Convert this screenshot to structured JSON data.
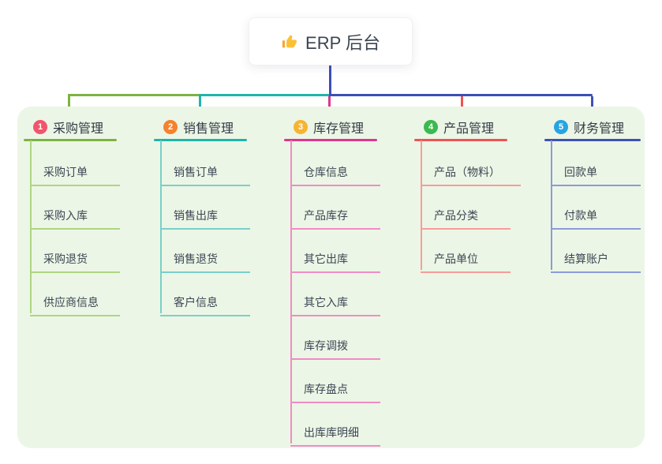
{
  "root": {
    "title": "ERP 后台",
    "icon": "thumbs-up-icon"
  },
  "colors": {
    "page_background": "#ffffff",
    "panel_background": "#ecf6e6",
    "root_line": "#3d4eb5",
    "text_header": "#333b46",
    "text_item": "#3c4654",
    "branch_purchase": {
      "badge": "#f1556c",
      "line": "#7cb342",
      "sub_line": "#aed581"
    },
    "branch_sales": {
      "badge": "#f5822d",
      "line": "#1fb5ab",
      "sub_line": "#79d0c8"
    },
    "branch_inventory": {
      "badge": "#f6b432",
      "line": "#e0348f",
      "sub_line": "#f08cc4"
    },
    "branch_product": {
      "badge": "#3cb950",
      "line": "#f05352",
      "sub_line": "#f79c9b"
    },
    "branch_finance": {
      "badge": "#27a4e2",
      "line": "#3f51b5",
      "sub_line": "#8c9ada"
    }
  },
  "branches": [
    {
      "badge": "1",
      "label": "采购管理",
      "items": [
        "采购订单",
        "采购入库",
        "采购退货",
        "供应商信息"
      ]
    },
    {
      "badge": "2",
      "label": "销售管理",
      "items": [
        "销售订单",
        "销售出库",
        "销售退货",
        "客户信息"
      ]
    },
    {
      "badge": "3",
      "label": "库存管理",
      "items": [
        "仓库信息",
        "产品库存",
        "其它出库",
        "其它入库",
        "库存调拨",
        "库存盘点",
        "出库库明细"
      ]
    },
    {
      "badge": "4",
      "label": "产品管理",
      "items": [
        "产品（物料）",
        "产品分类",
        "产品单位"
      ]
    },
    {
      "badge": "5",
      "label": "财务管理",
      "items": [
        "回款单",
        "付款单",
        "结算账户"
      ]
    }
  ]
}
